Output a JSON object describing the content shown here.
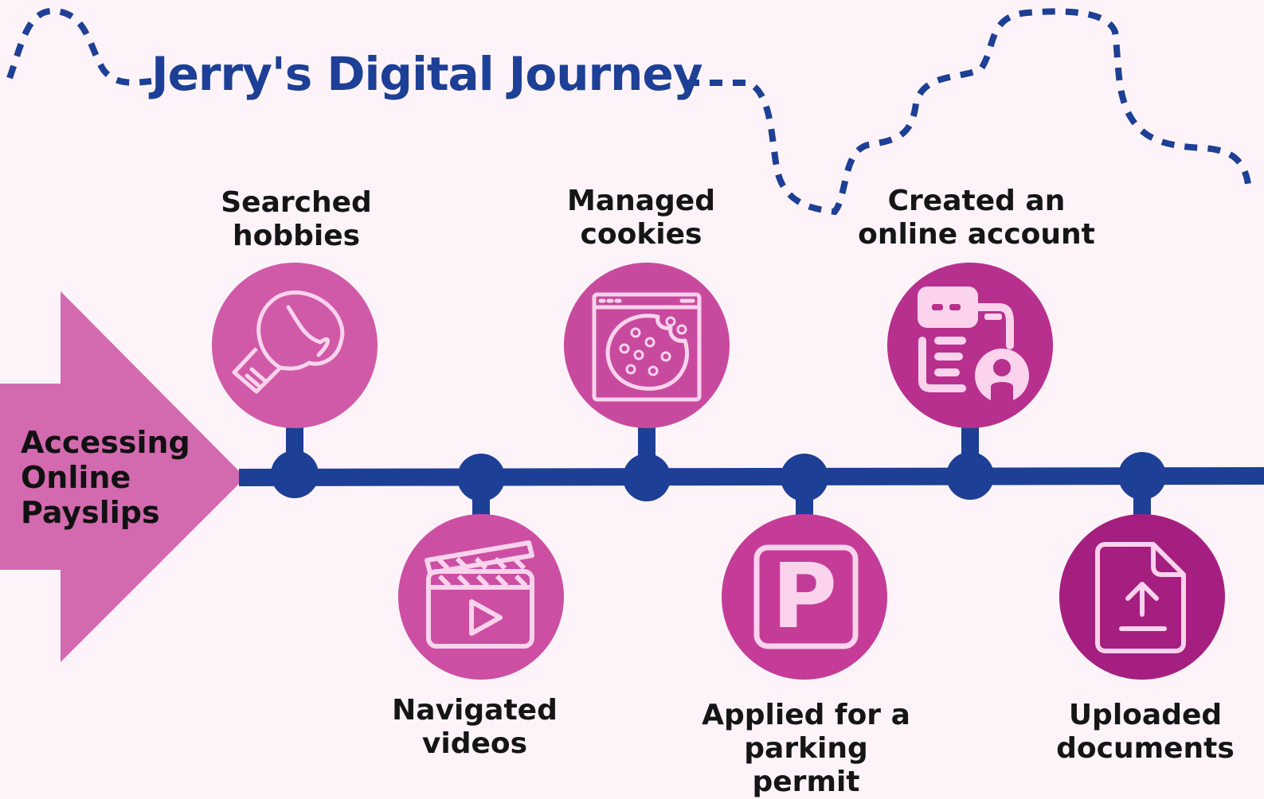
{
  "title": "Jerry's Digital Journey",
  "start": {
    "label": "Accessing\nOnline\nPayslips"
  },
  "milestones": [
    {
      "label": "Searched\nhobbies",
      "icon": "boxing-glove-icon",
      "color": "#d05aa8"
    },
    {
      "label": "Navigated\nvideos",
      "icon": "clapperboard-icon",
      "color": "#cc4fa3"
    },
    {
      "label": "Managed\ncookies",
      "icon": "cookie-browser-icon",
      "color": "#c84a9f"
    },
    {
      "label": "Applied for a\nparking permit",
      "icon": "parking-icon",
      "color": "#c43c98"
    },
    {
      "label": "Created an\nonline account",
      "icon": "account-profile-icon",
      "color": "#b8308e"
    },
    {
      "label": "Uploaded\ndocuments",
      "icon": "file-upload-icon",
      "color": "#a51f80"
    }
  ],
  "colors": {
    "background": "#fdf3f9",
    "line": "#1d3f95",
    "arrow": "#d36aaf",
    "icon_stroke": "#fbd3ec"
  }
}
